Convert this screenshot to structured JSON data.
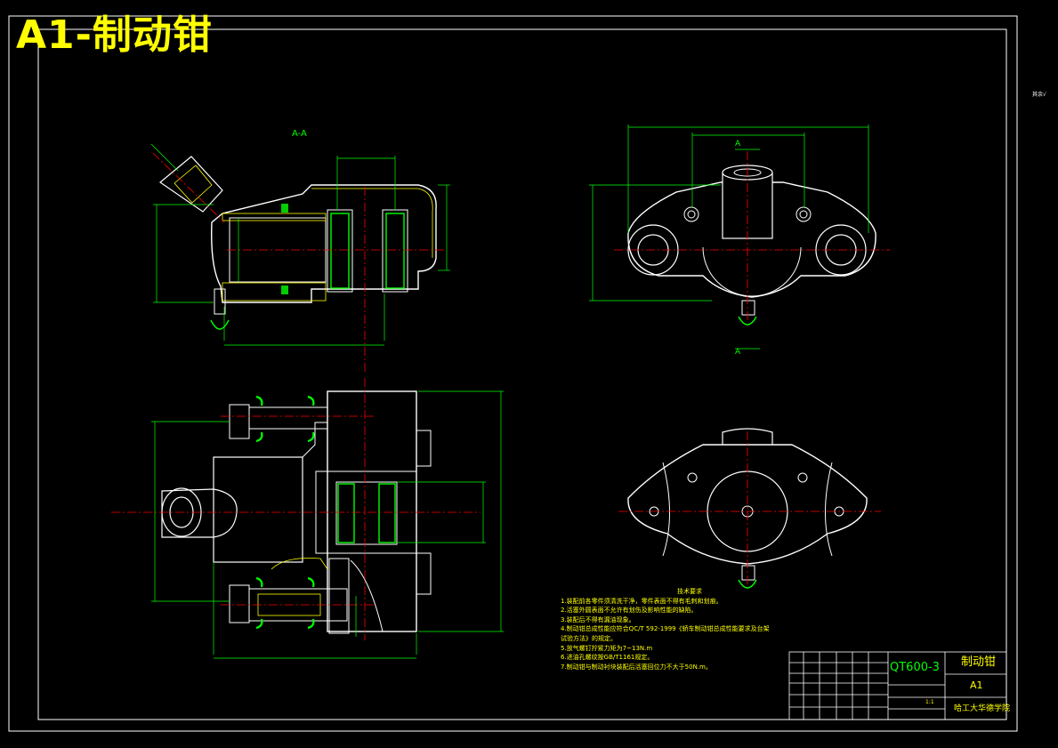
{
  "banner": {
    "text": "A1-制动钳"
  },
  "views": {
    "section_label": "A-A",
    "cut_mark_top": "A",
    "cut_mark_bottom": "A"
  },
  "corner_mark": "其余√",
  "tech_notes": {
    "title": "技术要求",
    "items": [
      "1.装配前各零件须清洗干净，零件表面不得有毛刺和划痕。",
      "2.活塞外圆表面不允许有划伤及影响性能的缺陷。",
      "3.装配后不得有漏油现象。",
      "4.制动钳总成性能应符合QC/T 592-1999《轿车制动钳总成性能要求及台架",
      "试验方法》的规定。",
      "5.放气螺钉拧紧力矩为7~13N.m",
      "6.进油孔螺纹按GB/T1161规定。",
      "7.制动钳与制动衬块装配后活塞回位力不大于50N.m。"
    ]
  },
  "title_block": {
    "drawing_no": "QT600-3",
    "part_name": "制动钳",
    "sheet": "A1",
    "school": "哈工大华德学院",
    "scale": "1:1"
  },
  "colors": {
    "frame": "#ffffff",
    "outline": "#ffffff",
    "dimension": "#00ff00",
    "centerline": "#ff0000",
    "hatch": "#ffff00",
    "banner": "#ffff00"
  }
}
